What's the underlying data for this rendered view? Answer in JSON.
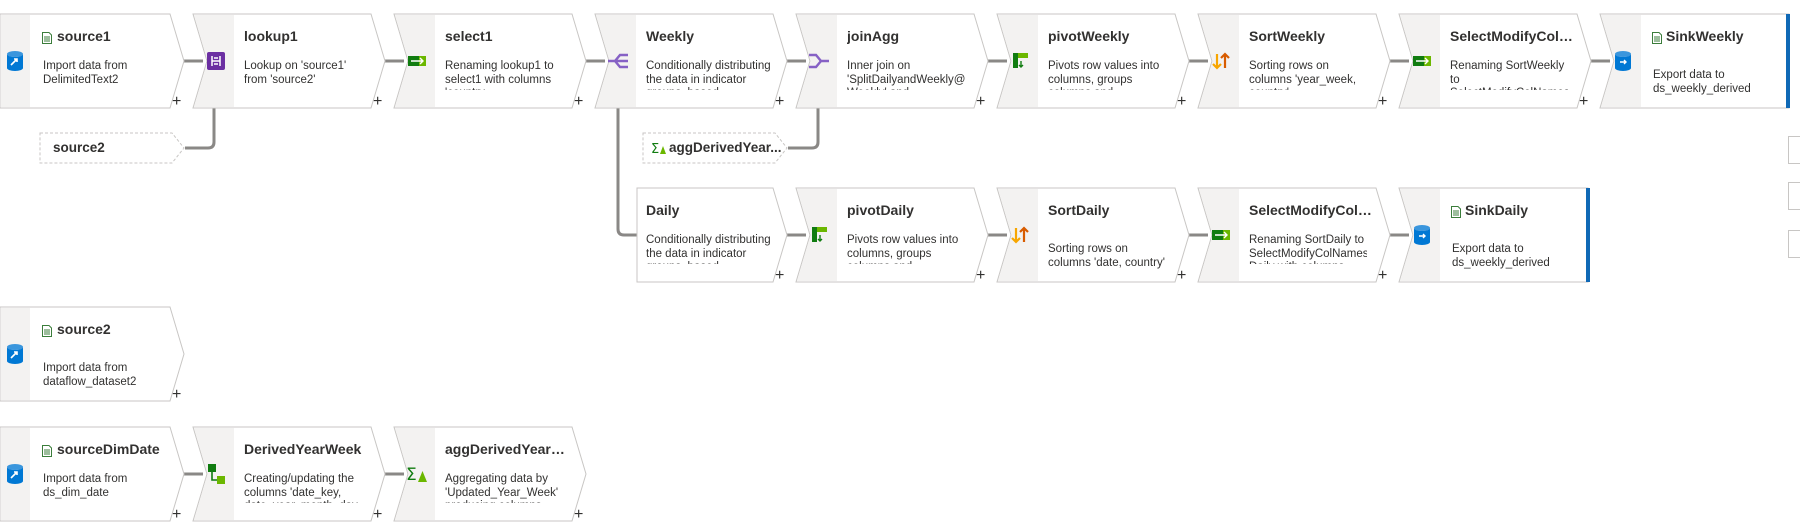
{
  "nodes": {
    "source1": {
      "title": "source1",
      "desc": "Import data from DelimitedText2"
    },
    "lookup1": {
      "title": "lookup1",
      "desc": "Lookup on 'source1' from 'source2'"
    },
    "select1": {
      "title": "select1",
      "desc": "Renaming lookup1 to select1 with columns 'country,"
    },
    "weekly": {
      "title": "Weekly",
      "desc": "Conditionally distributing the data in indicator groups, based"
    },
    "joinAgg": {
      "title": "joinAgg",
      "desc": "Inner join on 'SplitDailyandWeekly@ Weekly' and"
    },
    "pivotWeekly": {
      "title": "pivotWeekly",
      "desc": "Pivots row values into columns, groups columns and"
    },
    "sortWeekly": {
      "title": "SortWeekly",
      "desc": "Sorting rows on columns 'year_week, country'"
    },
    "selectModWeekly": {
      "title": "SelectModifyColN...",
      "desc": "Renaming SortWeekly to SelectModifyColNames"
    },
    "sinkWeekly": {
      "title": "SinkWeekly",
      "desc": "Export data to ds_weekly_derived"
    },
    "source2ghost": {
      "title": "source2"
    },
    "aggGhost": {
      "title": "aggDerivedYear..."
    },
    "daily": {
      "title": "Daily",
      "desc": "Conditionally distributing the data in indicator groups, based"
    },
    "pivotDaily": {
      "title": "pivotDaily",
      "desc": "Pivots row values into columns, groups columns and"
    },
    "sortDaily": {
      "title": "SortDaily",
      "desc": "Sorting rows on columns 'date, country'"
    },
    "selectModDaily": {
      "title": "SelectModifyColN...",
      "desc": "Renaming SortDaily to SelectModifyColNames Daily with columns"
    },
    "sinkDaily": {
      "title": "SinkDaily",
      "desc": "Export data to ds_weekly_derived"
    },
    "source2": {
      "title": "source2",
      "desc": "Import data from dataflow_dataset2"
    },
    "sourceDimDate": {
      "title": "sourceDimDate",
      "desc": "Import data from ds_dim_date"
    },
    "derivedYearWeek": {
      "title": "DerivedYearWeek",
      "desc": "Creating/updating the columns 'date_key, date, year, month, day,"
    },
    "aggDerivedYearWeek": {
      "title": "aggDerivedYearW...",
      "desc": "Aggregating data by 'Updated_Year_Week' producing columns"
    }
  },
  "add_symbol": "+",
  "icons": {
    "source": "source-cylinder-icon",
    "lookup": "lookup-icon",
    "select": "select-icon",
    "split": "conditional-split-icon",
    "join": "join-icon",
    "pivot": "pivot-icon",
    "sort": "sort-icon",
    "sink": "sink-cylinder-icon",
    "derived": "derived-column-icon",
    "aggregate": "aggregate-icon",
    "file": "dataset-file-icon"
  },
  "colors": {
    "accent": "#0078d4",
    "sinkBar": "#1069b6",
    "connector": "#8a8886"
  }
}
